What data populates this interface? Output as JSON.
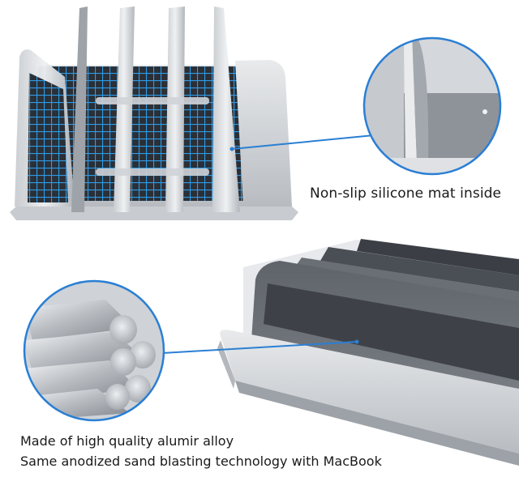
{
  "captions": {
    "mat": "Non-slip silicone mat inside",
    "alloy_line1": "Made of high quality alumir alloy",
    "alloy_line2": "Same anodized sand blasting technology with MacBook"
  },
  "colors": {
    "callout_line": "#2a7fd4",
    "grid_blue": "#2e9be6",
    "mat_dark": "#2b2f36",
    "aluminum_light": "#e4e6e9",
    "aluminum_mid": "#b9bdc2",
    "aluminum_dark": "#8d9298"
  }
}
